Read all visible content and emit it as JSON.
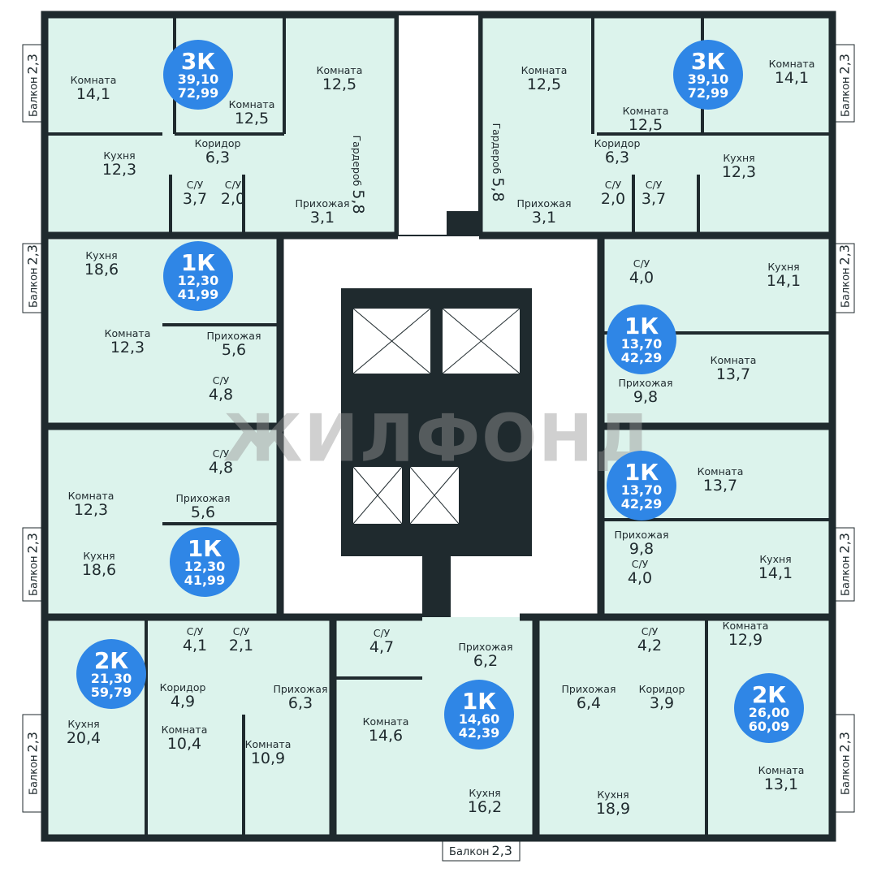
{
  "colors": {
    "room": "#dcf3ec",
    "wall": "#1f2a2e",
    "badge": "#2f86e6"
  },
  "watermark": "ЖИЛФОНД",
  "balcony": {
    "name": "Балкон",
    "area": "2,3"
  },
  "a": [
    {
      "b": {
        "t": "3К",
        "l": "39,10",
        "s": "72,99"
      },
      "r": [
        {
          "n": "Комната",
          "a": "14,1"
        },
        {
          "n": "Комната",
          "a": "12,5"
        },
        {
          "n": "Комната",
          "a": "12,5"
        },
        {
          "n": "Коридор",
          "a": "6,3"
        },
        {
          "n": "Кухня",
          "a": "12,3"
        },
        {
          "n": "С/У",
          "a": "3,7"
        },
        {
          "n": "С/У",
          "a": "2,0"
        },
        {
          "n": "Прихожая",
          "a": "3,1"
        },
        {
          "n": "Гардероб",
          "a": "5,8"
        }
      ]
    },
    {
      "b": {
        "t": "3К",
        "l": "39,10",
        "s": "72,99"
      },
      "r": [
        {
          "n": "Комната",
          "a": "12,5"
        },
        {
          "n": "Комната",
          "a": "12,5"
        },
        {
          "n": "Комната",
          "a": "14,1"
        },
        {
          "n": "Коридор",
          "a": "6,3"
        },
        {
          "n": "Кухня",
          "a": "12,3"
        },
        {
          "n": "С/У",
          "a": "2,0"
        },
        {
          "n": "С/У",
          "a": "3,7"
        },
        {
          "n": "Прихожая",
          "a": "3,1"
        },
        {
          "n": "Гардероб",
          "a": "5,8"
        }
      ]
    },
    {
      "b": {
        "t": "1К",
        "l": "12,30",
        "s": "41,99"
      },
      "r": [
        {
          "n": "Кухня",
          "a": "18,6"
        },
        {
          "n": "Комната",
          "a": "12,3"
        },
        {
          "n": "Прихожая",
          "a": "5,6"
        },
        {
          "n": "С/У",
          "a": "4,8"
        }
      ]
    },
    {
      "b": {
        "t": "1К",
        "l": "12,30",
        "s": "41,99"
      },
      "r": [
        {
          "n": "Комната",
          "a": "12,3"
        },
        {
          "n": "Прихожая",
          "a": "5,6"
        },
        {
          "n": "С/У",
          "a": "4,8"
        },
        {
          "n": "Кухня",
          "a": "18,6"
        }
      ]
    },
    {
      "b": {
        "t": "1К",
        "l": "13,70",
        "s": "42,29"
      },
      "r": [
        {
          "n": "С/У",
          "a": "4,0"
        },
        {
          "n": "Кухня",
          "a": "14,1"
        },
        {
          "n": "Комната",
          "a": "13,7"
        },
        {
          "n": "Прихожая",
          "a": "9,8"
        }
      ]
    },
    {
      "b": {
        "t": "1К",
        "l": "13,70",
        "s": "42,29"
      },
      "r": [
        {
          "n": "Комната",
          "a": "13,7"
        },
        {
          "n": "Прихожая",
          "a": "9,8"
        },
        {
          "n": "С/У",
          "a": "4,0"
        },
        {
          "n": "Кухня",
          "a": "14,1"
        }
      ]
    },
    {
      "b": {
        "t": "2К",
        "l": "21,30",
        "s": "59,79"
      },
      "r": [
        {
          "n": "С/У",
          "a": "4,1"
        },
        {
          "n": "С/У",
          "a": "2,1"
        },
        {
          "n": "Коридор",
          "a": "4,9"
        },
        {
          "n": "Прихожая",
          "a": "6,3"
        },
        {
          "n": "Кухня",
          "a": "20,4"
        },
        {
          "n": "Комната",
          "a": "10,4"
        },
        {
          "n": "Комната",
          "a": "10,9"
        }
      ]
    },
    {
      "b": {
        "t": "1К",
        "l": "14,60",
        "s": "42,39"
      },
      "r": [
        {
          "n": "С/У",
          "a": "4,7"
        },
        {
          "n": "Прихожая",
          "a": "6,2"
        },
        {
          "n": "Комната",
          "a": "14,6"
        },
        {
          "n": "Кухня",
          "a": "16,2"
        }
      ]
    },
    {
      "b": {
        "t": "2К",
        "l": "26,00",
        "s": "60,09"
      },
      "r": [
        {
          "n": "Прихожая",
          "a": "6,4"
        },
        {
          "n": "С/У",
          "a": "4,2"
        },
        {
          "n": "Коридор",
          "a": "3,9"
        },
        {
          "n": "Комната",
          "a": "12,9"
        },
        {
          "n": "Комната",
          "a": "13,1"
        },
        {
          "n": "Кухня",
          "a": "18,9"
        }
      ]
    }
  ]
}
